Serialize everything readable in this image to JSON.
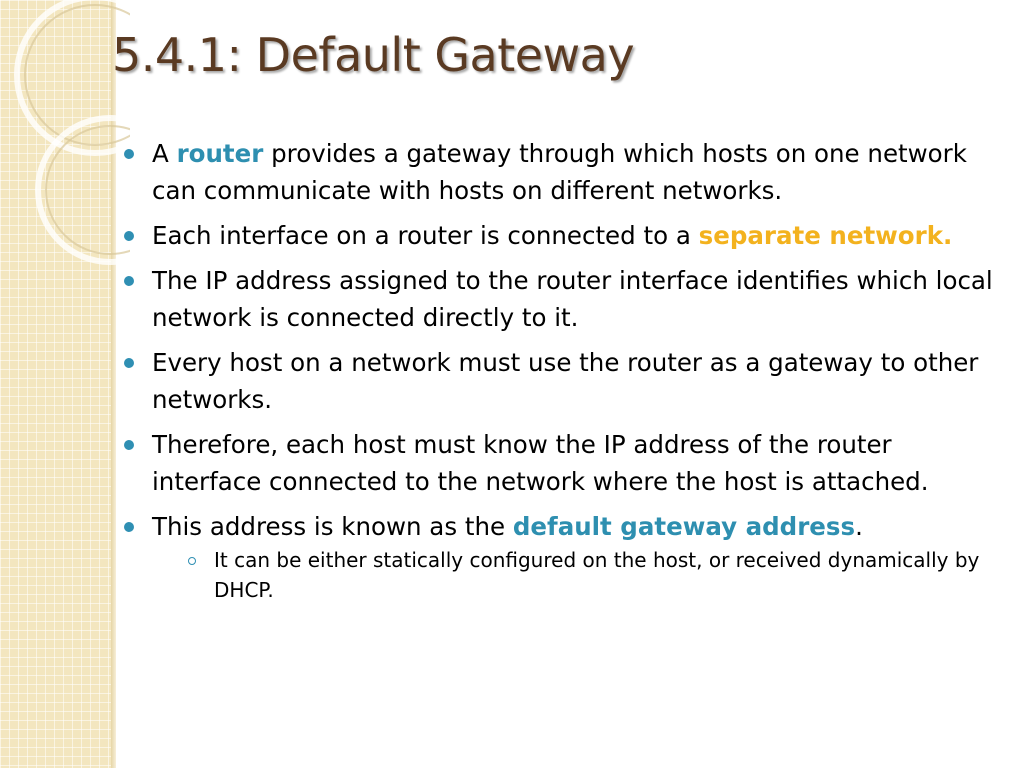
{
  "slide": {
    "title": "5.4.1: Default Gateway",
    "bullets": [
      {
        "pre": "A ",
        "hl": "router",
        "post": " provides a gateway through which hosts on one network can communicate with hosts on different networks."
      },
      {
        "pre": "Each interface on a router is connected to a ",
        "hl": "separate network.",
        "post": ""
      },
      {
        "pre": "The IP address assigned to the router interface identifies which local network is connected directly to it."
      },
      {
        "pre": "Every host on a network must use the router as a gateway to other networks."
      },
      {
        "pre": "Therefore, each host must know the IP address of the router interface connected to the network where the host is attached."
      },
      {
        "pre": "This address is known as the ",
        "hl": "default gateway address",
        "post": "."
      }
    ],
    "sub_bullets": [
      {
        "text": "It can be either statically configured on the host, or received dynamically by DHCP."
      }
    ]
  },
  "colors": {
    "title": "#5a3a22",
    "bullet_marker": "#2f8fb3",
    "highlight_blue": "#2e8fb0",
    "highlight_yellow": "#f3b21e",
    "left_band": "#f3e6bf"
  }
}
